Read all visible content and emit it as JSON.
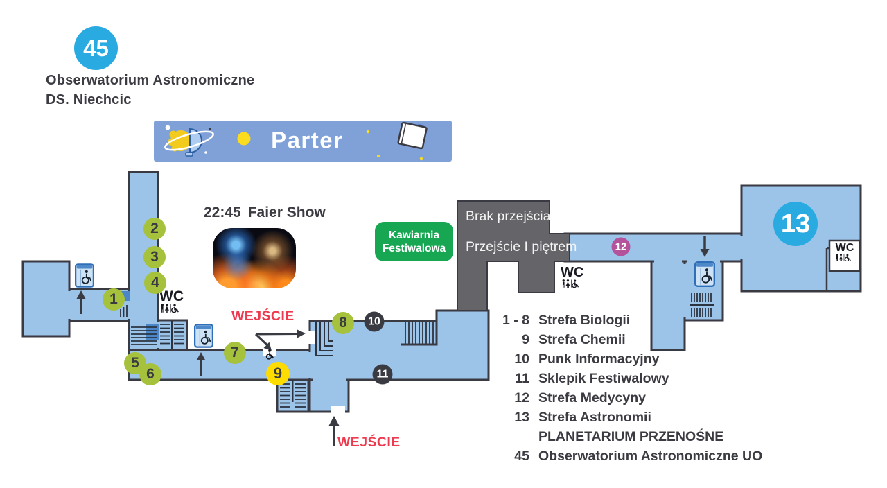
{
  "header": {
    "badge": "45",
    "title_line1": "Obserwatorium Astronomiczne",
    "title_line2": "DS. Niechcic"
  },
  "banner": {
    "label": "Parter"
  },
  "event": {
    "time": "22:45",
    "name": "Faier Show"
  },
  "cafe": {
    "line1": "Kawiarnia",
    "line2": "Festiwalowa"
  },
  "passage": {
    "line1": "Brak przejścia",
    "line2": "Przejście I piętrem"
  },
  "entrances": {
    "side": "WEJŚCIE",
    "main": "WEJŚCIE"
  },
  "wc": {
    "label": "WC"
  },
  "markers": [
    {
      "label": "1"
    },
    {
      "label": "2"
    },
    {
      "label": "3"
    },
    {
      "label": "4"
    },
    {
      "label": "5"
    },
    {
      "label": "6"
    },
    {
      "label": "7"
    },
    {
      "label": "8"
    },
    {
      "label": "9"
    },
    {
      "label": "10"
    },
    {
      "label": "11"
    },
    {
      "label": "12"
    },
    {
      "label": "13"
    }
  ],
  "legend": {
    "rows": [
      {
        "num": "1 - 8",
        "label": "Strefa Biologii"
      },
      {
        "num": "9",
        "label": "Strefa Chemii"
      },
      {
        "num": "10",
        "label": "Punk Informacyjny"
      },
      {
        "num": "11",
        "label": "Sklepik Festiwalowy"
      },
      {
        "num": "12",
        "label": "Strefa Medycyny"
      },
      {
        "num": "13",
        "label": "Strefa Astronomii"
      },
      {
        "num": "",
        "label": "PLANETARIUM PRZENOŚNE"
      },
      {
        "num": "45",
        "label": "Obserwatorium Astronomiczne UO"
      }
    ]
  },
  "icons": {
    "elevator": "elevator-icon",
    "wheelchair": "wheelchair-icon",
    "toilets": "wc-persons-icon",
    "brain_planet": "brain-planet-icon",
    "book": "book-icon",
    "arrows": "direction-arrow"
  },
  "colors": {
    "accent_cyan": "#29ABE2",
    "floor_blue": "#9CC3E8",
    "floor_accent_blue": "#4A86C8",
    "banner_blue": "#7FA1D7",
    "marker_green": "#A6C13C",
    "marker_yellow": "#FFDC00",
    "marker_dark": "#3A3A42",
    "marker_pink": "#B4539B",
    "cafe_green": "#17A752",
    "passage_gray": "#656569",
    "entrance_red": "#EE3A4E"
  }
}
